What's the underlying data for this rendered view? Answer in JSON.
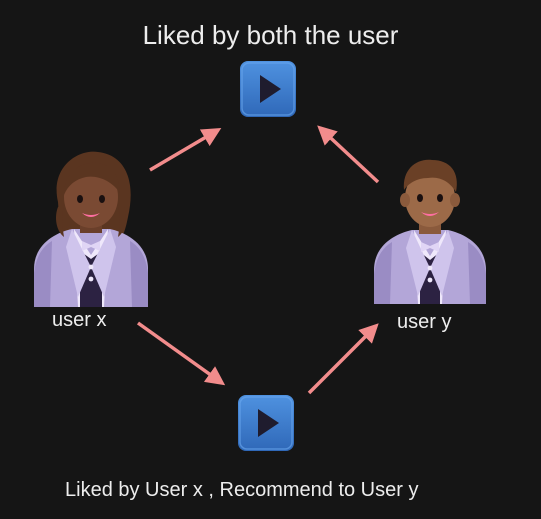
{
  "captions": {
    "top": "Liked by both the user",
    "bottom": "Liked by User x , Recommend to User y"
  },
  "users": {
    "x": {
      "label": "user x",
      "icon": "woman-in-tuxedo-icon"
    },
    "y": {
      "label": "user y",
      "icon": "man-in-tuxedo-icon"
    }
  },
  "items": {
    "top": {
      "icon": "play-button-icon"
    },
    "bottom": {
      "icon": "play-button-icon"
    }
  },
  "colors": {
    "background": "#151515",
    "arrow": "#f28c8c",
    "play_blue": "#3f7fd0",
    "play_glyph": "#1f1c2e",
    "suit": "#b3a6d8",
    "skin": "#7a4a33"
  }
}
